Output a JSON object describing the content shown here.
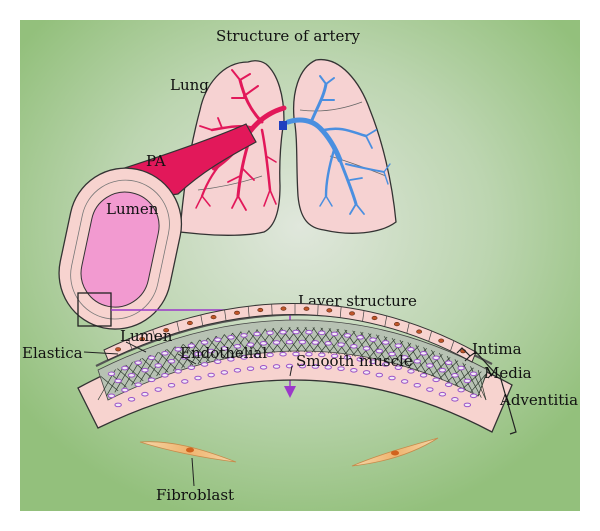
{
  "title": "Structure of artery",
  "labels": {
    "lung": "Lung",
    "pa": "PA",
    "lumen_vessel": "Lumen",
    "layer_structure": "Layer structure",
    "lumen_wall": "Lumen",
    "elastica": "Elastica",
    "endothelial": "Endothelial",
    "smooth_muscle": "Smooth muscle",
    "intima": "Intima",
    "media": "Media",
    "adventitia": "Adventitia",
    "fibroblast": "Fibroblast"
  },
  "colors": {
    "background_center": "#dbe5d7",
    "background_edge": "#93c07c",
    "lung_fill": "#f6d2d2",
    "pulmonary_artery": "#e2185a",
    "pulmonary_vein": "#4a8fe0",
    "lumen_fill": "#f29ad0",
    "wall_fill": "#f7d3cf",
    "smooth_muscle_cell": "#9b55c8",
    "callout_line": "#9b39c9",
    "fibroblast": "#f3c28a"
  }
}
